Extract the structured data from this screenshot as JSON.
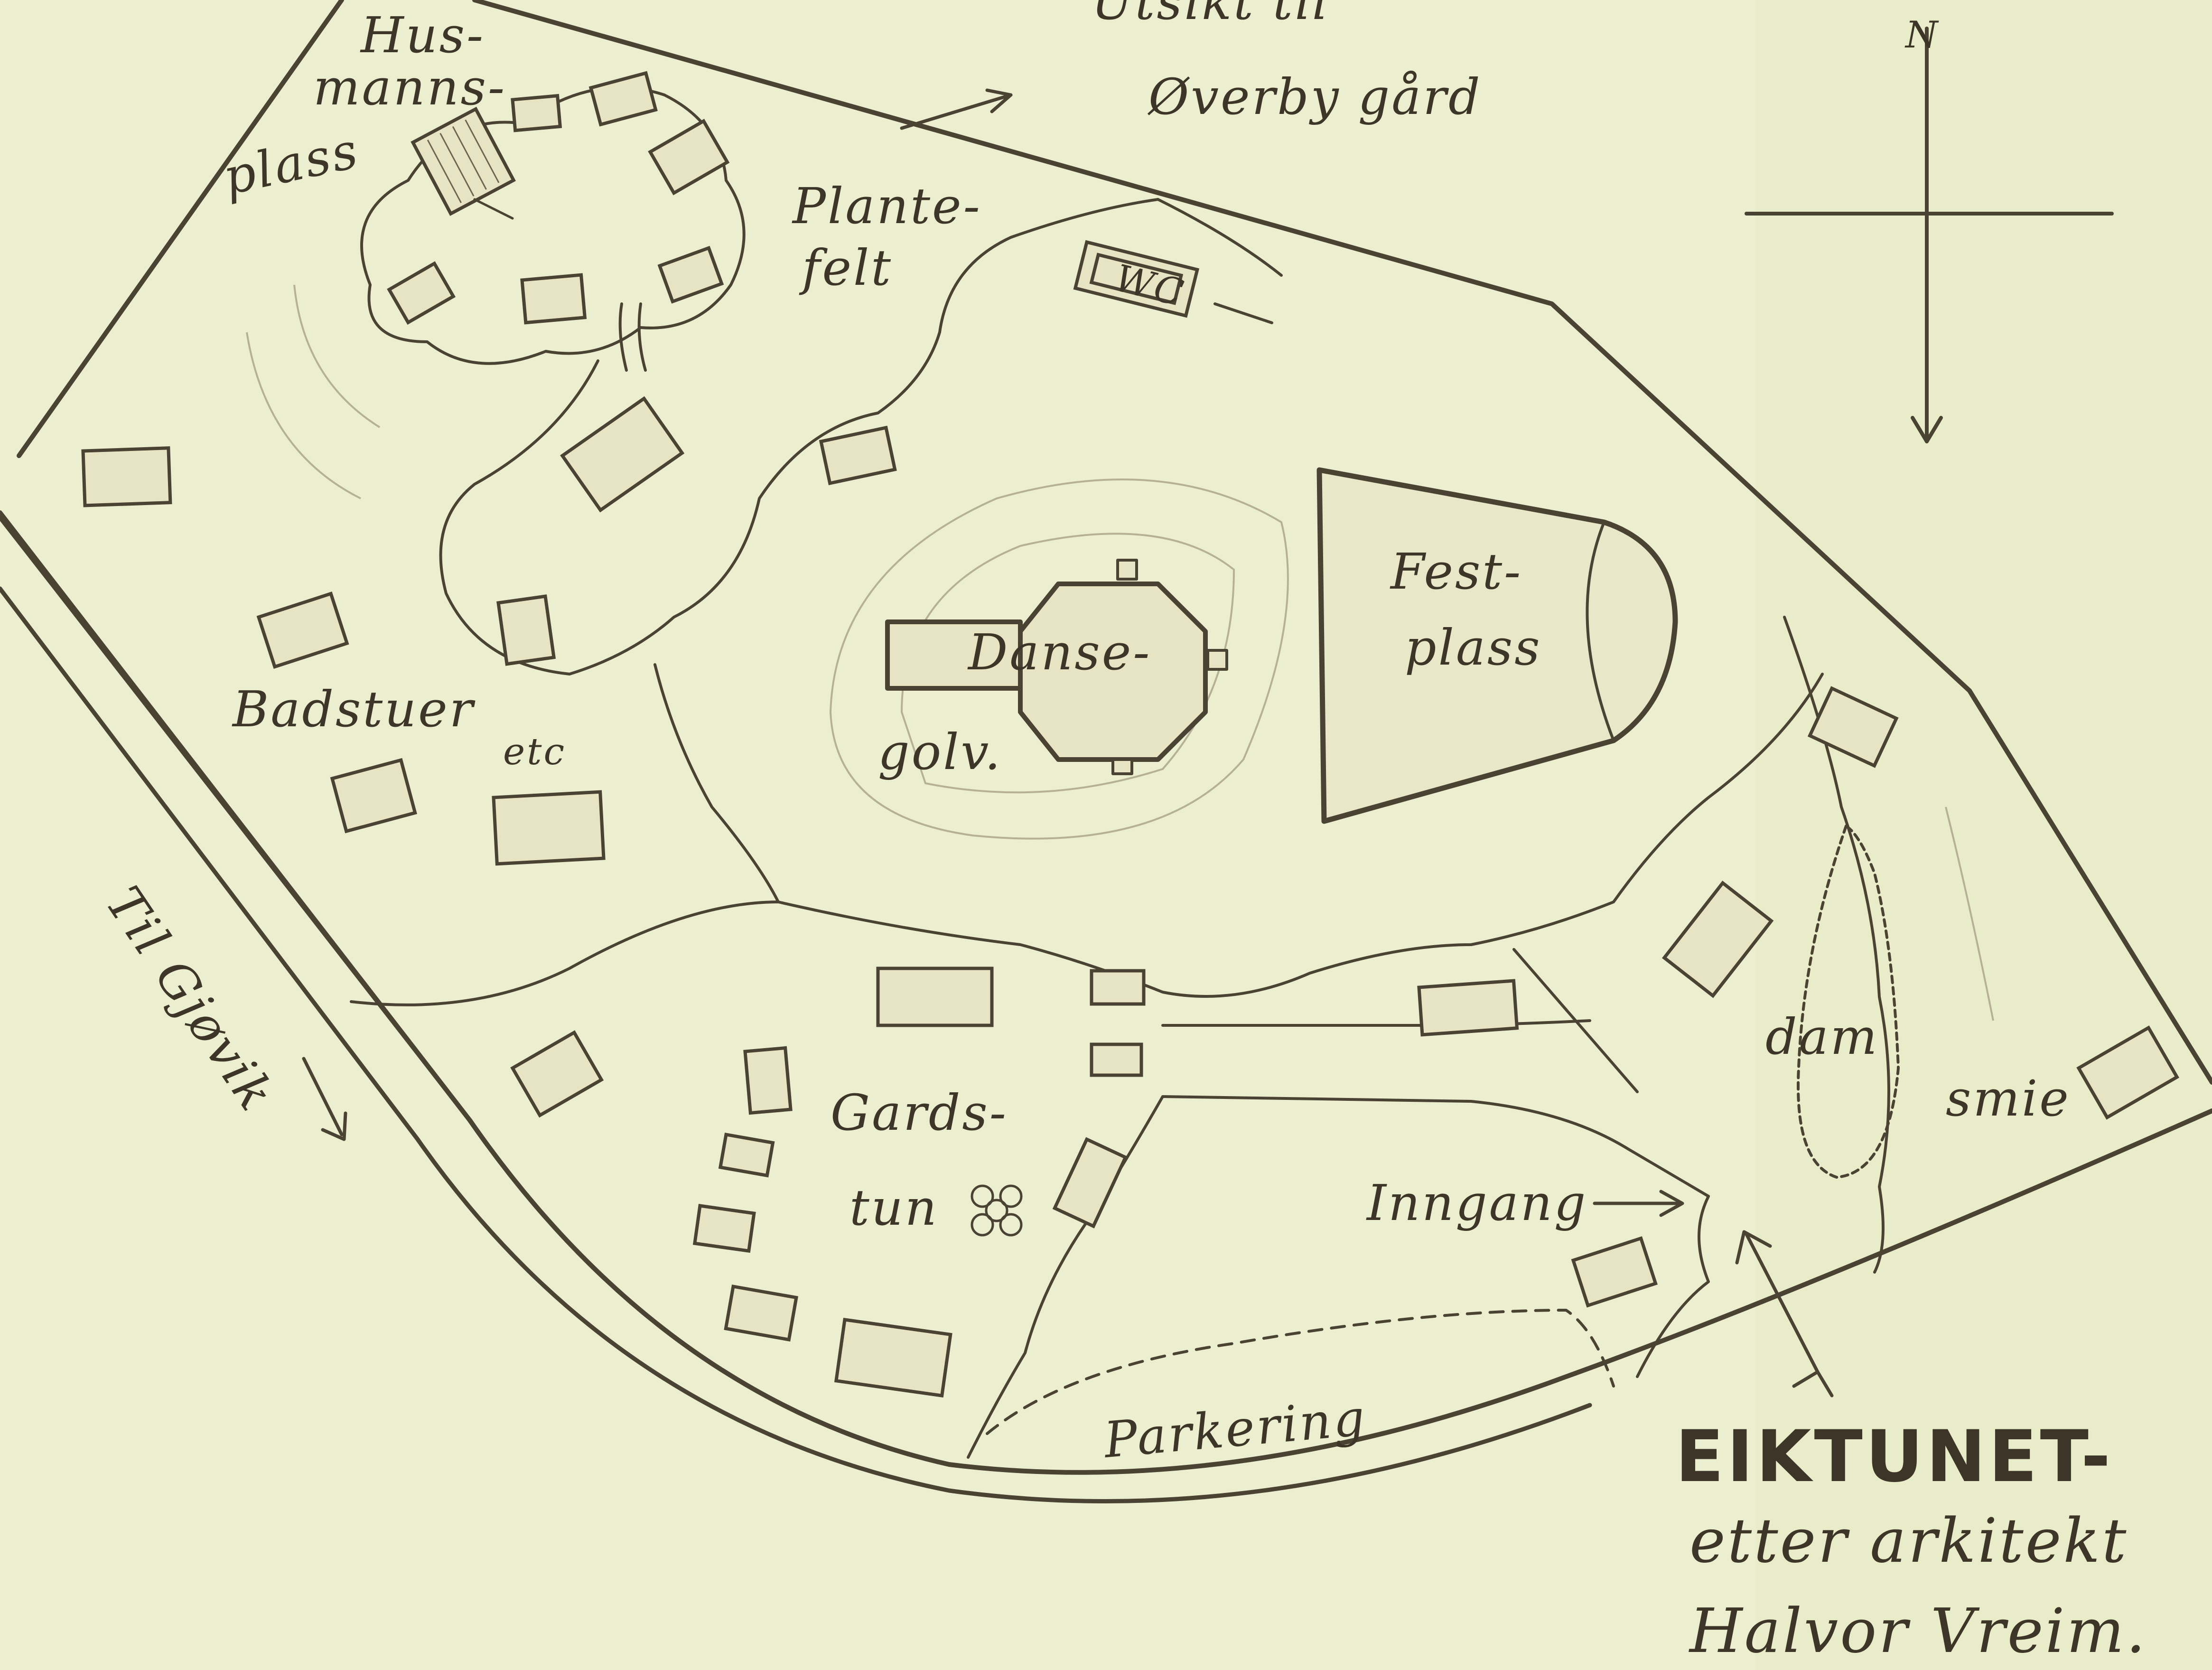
{
  "map": {
    "labels": {
      "view": "Utsikt til",
      "view_target": "Øverby gård",
      "north": "N",
      "husmann_1": "Hus-",
      "husmann_2": "manns-",
      "husmann_3": "plass",
      "plante_1": "Plante-",
      "plante_2": "felt",
      "wc": "WC",
      "fest_1": "Fest-",
      "fest_2": "plass",
      "danse_1": "Danse-",
      "danse_2": "golv.",
      "badstuer": "Badstuer",
      "etc": "etc",
      "gardstun_1": "Gards-",
      "gardstun_2": "tun",
      "dam": "dam",
      "smie": "smie",
      "inngang": "Inngang",
      "parkering": "Parkering",
      "gjovik": "Til Gjøvik",
      "title": "EIKTUNET-",
      "credit_1": "etter arkitekt",
      "credit_2": "Halvor Vreim."
    },
    "colors": {
      "paper": "#eceed0",
      "ink": "#4a4233"
    }
  }
}
